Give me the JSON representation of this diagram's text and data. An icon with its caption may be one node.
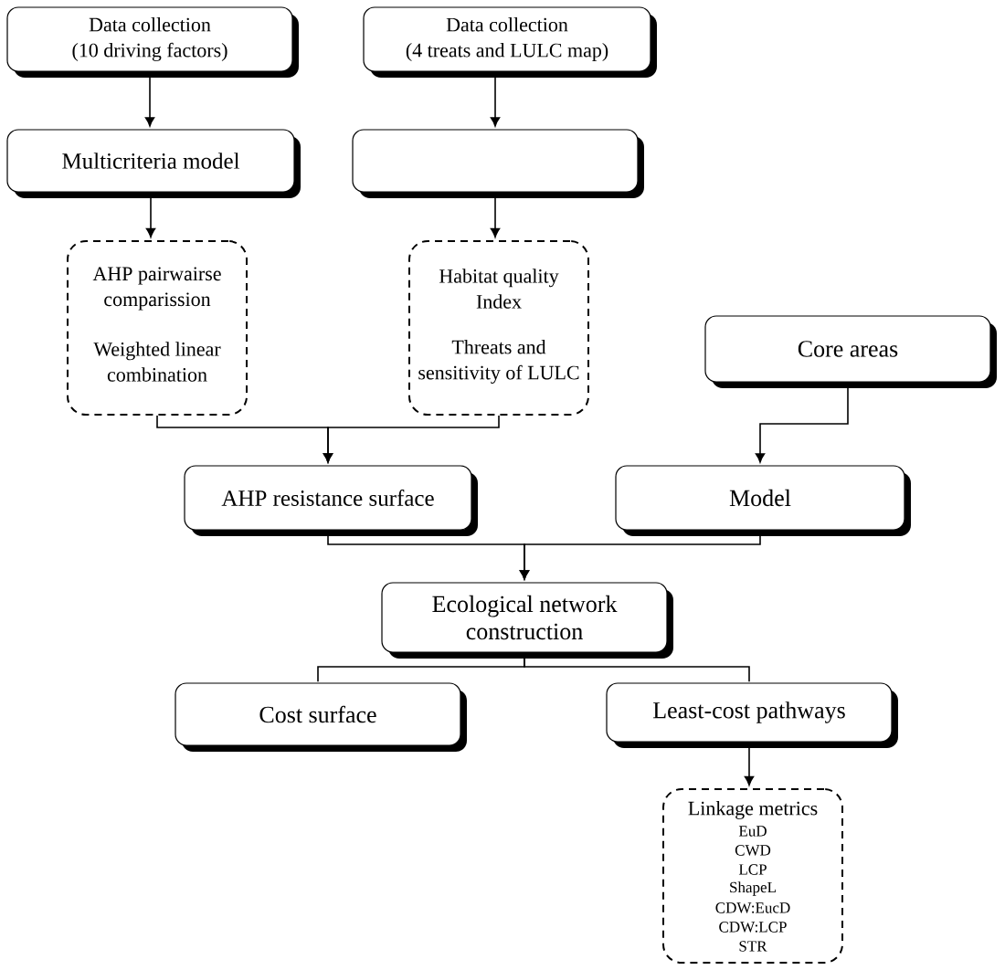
{
  "diagram": {
    "nodes": [
      {
        "text": [
          "Data collection",
          "(10 driving factors)"
        ]
      },
      {
        "text": [
          "Data collection",
          "(4 treats and LULC map)"
        ]
      },
      {
        "text": [
          "Multicriteria model"
        ]
      },
      {
        "text": [],
        "shape": "box"
      },
      {
        "text": [
          "AHP pairwairse comparission",
          "Weighted linear combination"
        ]
      },
      {
        "text": [
          "Habitat quality Index",
          "Threats and sensitivity of LULC"
        ]
      },
      {
        "text": [
          "Core areas"
        ]
      },
      {
        "text": [
          "AHP resistance surface"
        ]
      },
      {
        "text": [
          "Model"
        ]
      },
      {
        "text": [
          "Ecological network construction"
        ]
      },
      {
        "text": [
          "Cost surface"
        ]
      },
      {
        "text": [
          "Least-cost pathways"
        ]
      },
      {
        "text": [
          "Linkage metrics",
          "EuD",
          "CWD",
          "LCP",
          "ShapeL",
          "CDW:EucD",
          "CDW:LCP",
          "STR"
        ]
      }
    ],
    "edges": [
      {
        "from": 0,
        "to": 2,
        "arrow": "to"
      },
      {
        "from": 1,
        "to": 3,
        "arrow": "to"
      },
      {
        "from": 2,
        "to": 4,
        "arrow": "to"
      },
      {
        "from": 3,
        "to": 5,
        "arrow": "to"
      },
      {
        "from": 4,
        "to": 7,
        "arrow": "to"
      },
      {
        "from": 5,
        "to": 7,
        "arrow": "to"
      },
      {
        "from": 6,
        "to": 8,
        "arrow": "to"
      },
      {
        "from": 7,
        "to": 9,
        "arrow": "to"
      },
      {
        "from": 8,
        "to": 9,
        "arrow": "to"
      },
      {
        "from": 9,
        "to": 10,
        "arrow": "none"
      },
      {
        "from": 9,
        "to": 11,
        "arrow": "none"
      },
      {
        "from": 11,
        "to": 12,
        "arrow": "to"
      }
    ]
  }
}
